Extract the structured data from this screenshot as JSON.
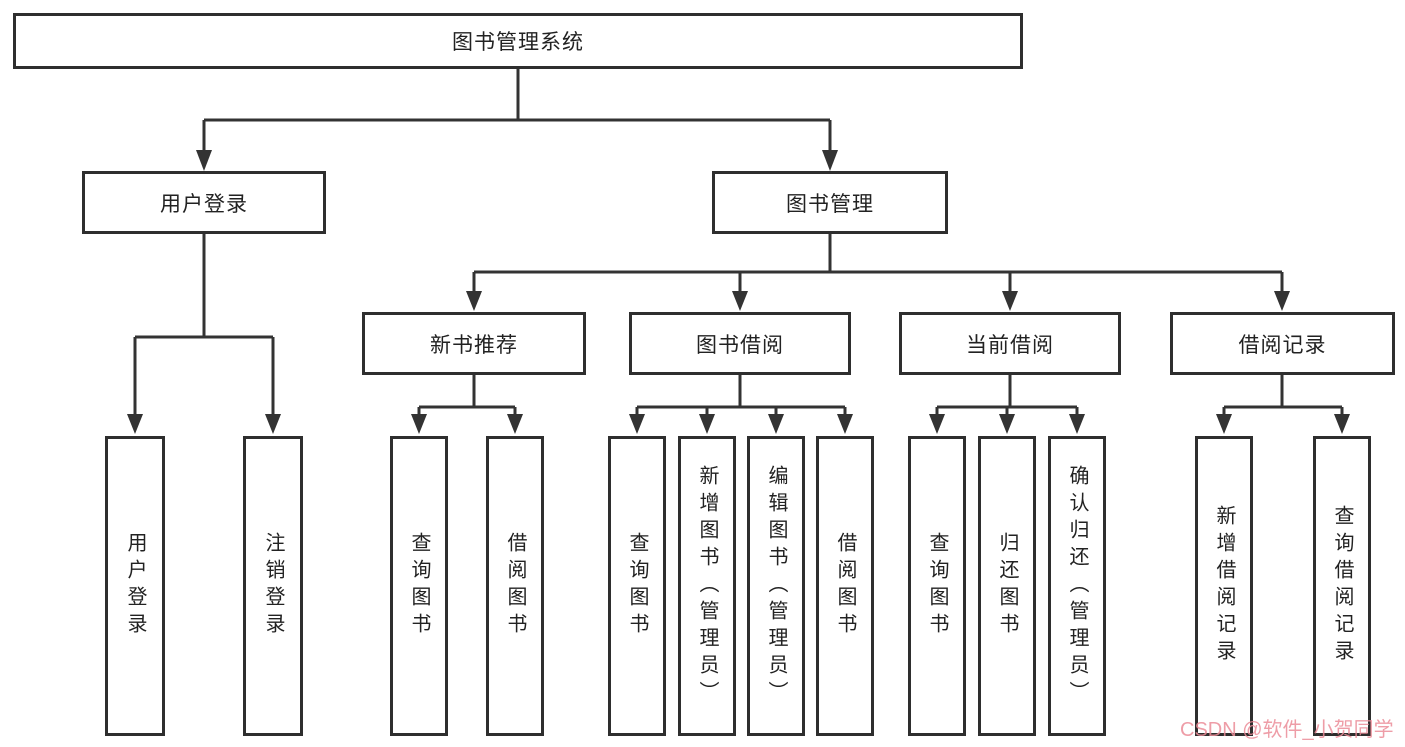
{
  "diagram": {
    "root": "图书管理系统",
    "user_login": {
      "label": "用户登录",
      "children": [
        "用户登录",
        "注销登录"
      ]
    },
    "book_management": {
      "label": "图书管理",
      "modules": [
        {
          "label": "新书推荐",
          "children": [
            "查询图书",
            "借阅图书"
          ]
        },
        {
          "label": "图书借阅",
          "children": [
            "查询图书",
            "新增图书（管理员）",
            "编辑图书（管理员）",
            "借阅图书"
          ]
        },
        {
          "label": "当前借阅",
          "children": [
            "查询图书",
            "归还图书",
            "确认归还（管理员）"
          ]
        },
        {
          "label": "借阅记录",
          "children": [
            "新增借阅记录",
            "查询借阅记录"
          ]
        }
      ]
    }
  },
  "watermark": "CSDN @软件_小贺同学",
  "colors": {
    "line": "#333333",
    "box_border": "#2e2e2e",
    "background": "#ffffff",
    "watermark": "#eb8c98"
  }
}
